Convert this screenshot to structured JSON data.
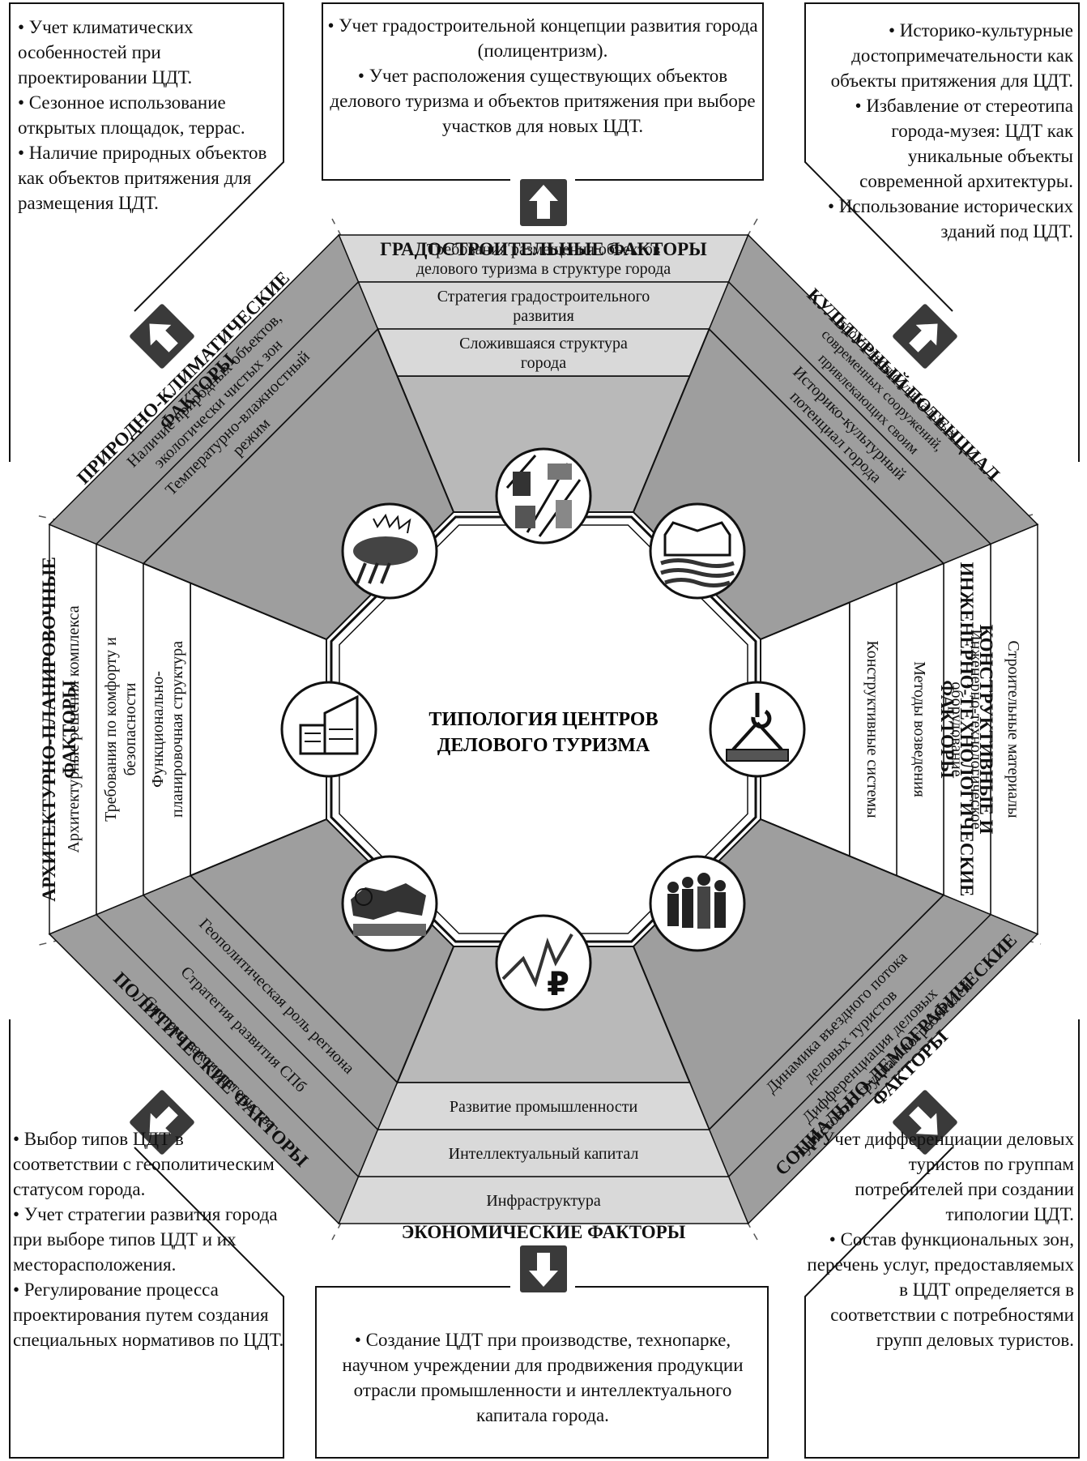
{
  "center": {
    "line1": "ТИПОЛОГИЯ ЦЕНТРОВ",
    "line2": "ДЕЛОВОГО ТУРИЗМА"
  },
  "sectors": {
    "top": {
      "title": "ГРАДОСТРОИТЕЛЬНЫЕ ФАКТОРЫ",
      "bands": [
        [
          "Требования размещения объектов",
          "делового туризма в структуре города"
        ],
        [
          "Стратегия градостроительного",
          "развития"
        ],
        [
          "Сложившаяся структура",
          "города"
        ]
      ],
      "icon": "city-map-icon"
    },
    "top_right": {
      "title": "КУЛЬТУРНЫЙ ПОТЕНЦИАЛ",
      "bands": [
        [
          "Строительство уникальных,",
          "современных сооружений,",
          "привлекающих своим",
          "архитектурным решением"
        ],
        [
          "Историко-культурный",
          "потенциал города"
        ]
      ],
      "icon": "bridge-river-icon"
    },
    "right": {
      "title_line1": "КОНСТРУКТИВНЫЕ И",
      "title_line2": "ИНЖЕНЕРНО-ТЕХНОЛОГИЧЕСКИЕ",
      "title_line3": "ФАКТОРЫ",
      "bands": [
        [
          "Строительные материалы"
        ],
        [
          "Инженерно-технологическое",
          "оборудование"
        ],
        [
          "Методы возведения"
        ],
        [
          "Конструктивные системы"
        ]
      ],
      "icon": "crane-hook-icon"
    },
    "bottom_right": {
      "title_line1": "СОЦИАЛЬНО-ДЕМОГРАФИЧЕСКИЕ",
      "title_line2": "ФАКТОРЫ",
      "bands": [
        [
          "Дифференциация деловых",
          "туристов по группам потребителей"
        ],
        [
          "Динамика въездного потока",
          "деловых туристов"
        ]
      ],
      "icon": "business-people-icon"
    },
    "bottom": {
      "title": "ЭКОНОМИЧЕСКИЕ ФАКТОРЫ",
      "bands": [
        [
          "Инфраструктура"
        ],
        [
          "Интеллектуальный капитал"
        ],
        [
          "Развитие промышленности"
        ]
      ],
      "icon": "ruble-chart-icon",
      "ruble": "₽"
    },
    "bottom_left": {
      "title": "ПОЛИТИЧЕСКИЕ ФАКТОРЫ",
      "bands": [
        [
          "Система законодательства"
        ],
        [
          "Стратегия развития СПб"
        ],
        [
          "Геополитическая роль региона"
        ]
      ],
      "icon": "russia-map-icon"
    },
    "left": {
      "title_line1": "АРХИТЕКТУРНО-ПЛАНИРОВОЧНЫЕ",
      "title_line2": "ФАКТОРЫ",
      "bands": [
        [
          "Архитектурные решения комплекса"
        ],
        [
          "Требования по комфорту и",
          "безопасности"
        ],
        [
          "Функционально-",
          "планировочная структура"
        ]
      ],
      "icon": "modern-building-icon"
    },
    "top_left": {
      "title_line1": "ПРИРОДНО-КЛИМАТИЧЕСКИЕ",
      "title_line2": "ФАКТОРЫ",
      "bands": [
        [
          "Наличие природных объектов,",
          "экологически чистых зон"
        ],
        [
          "Температурно-влажностный",
          "режим"
        ]
      ],
      "icon": "weather-storm-icon"
    }
  },
  "boxes": {
    "top": [
      "• Учет градостроительной концепции развития города (полицентризм).",
      "• Учет расположения существующих объектов делового туризма и объектов притяжения при выборе участков для новых ЦДТ."
    ],
    "top_left": [
      "• Учет климатических особенностей при проектировании ЦДТ.",
      "• Сезонное использование открытых площадок, террас.",
      "• Наличие природных объектов как объектов притяжения для размещения ЦДТ."
    ],
    "top_right": [
      "• Историко-культурные достопримечательности как объекты притяжения для ЦДТ.",
      "• Избавление от стереотипа города-музея: ЦДТ как уникальные объекты современной архитектуры.",
      "• Использование исторических зданий под ЦДТ."
    ],
    "bottom": [
      "• Создание ЦДТ при производстве, технопарке, научном учреждении для продвижения продукции отрасли промышленности и интеллектуального капитала города."
    ],
    "bottom_left": [
      "• Выбор типов ЦДТ в соответствии с геополитическим статусом города.",
      "• Учет стратегии развития города при выборе типов ЦДТ и их месторасположения.",
      "• Регулирование процесса проектирования путем создания специальных нормативов по ЦДТ."
    ],
    "bottom_right": [
      "• Учет дифференциации деловых туристов по группам потребителей при создании типологии ЦДТ.",
      "• Состав функциональных зон, перечень услуг, предоставляемых в ЦДТ определяется в соответствии с потребностями групп деловых туристов."
    ]
  },
  "colors": {
    "dark_band": "#9e9e9e",
    "mid_band": "#b9b9b9",
    "light_band": "#d9d9d9",
    "white": "#ffffff",
    "ink": "#111111",
    "arrow_box": "#3a3a3a"
  }
}
